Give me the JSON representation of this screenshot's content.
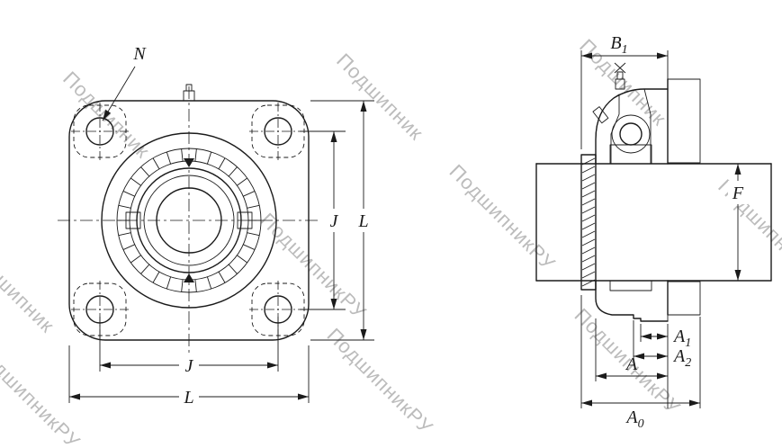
{
  "drawing": {
    "title": "flanged-bearing-unit-ucf",
    "labels": {
      "n": "N",
      "j": "J",
      "l": "L",
      "a": "A",
      "f": "F",
      "b1": {
        "base": "B",
        "sub": "1"
      },
      "a0": {
        "base": "A",
        "sub": "0"
      },
      "a1": {
        "base": "A",
        "sub": "1"
      },
      "a2": {
        "base": "A",
        "sub": "2"
      }
    }
  },
  "watermarks": [
    "Подшипник",
    "Подшипник",
    "Подшипник",
    "ПодшипникРУ",
    "ПодшипникРУ",
    "Подшипник",
    "Подшипник",
    "ПодшипникРУ",
    "ПодшипникРУ",
    "ПодшипникРУ"
  ],
  "colors": {
    "line": "#1b1b1b",
    "watermark": "#bcbcbc",
    "background": "#ffffff"
  }
}
